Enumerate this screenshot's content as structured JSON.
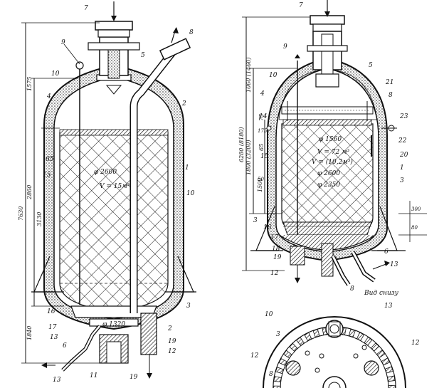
{
  "left_vessel": {
    "callouts": [
      "7",
      "9",
      "8",
      "5",
      "10",
      "4",
      "2",
      "1",
      "10",
      "15",
      "3",
      "16",
      "17",
      "13",
      "6",
      "2",
      "19",
      "12",
      "11",
      "19",
      "13"
    ],
    "dimensions": [
      "7630",
      "2860",
      "3130",
      "1840",
      "1575",
      "65"
    ],
    "annotations": [
      "φ 2600",
      "V = 15м³",
      "φ 1320"
    ]
  },
  "right_vessel": {
    "callouts": [
      "7",
      "9",
      "5",
      "10",
      "21",
      "4",
      "8",
      "14",
      "23",
      "22",
      "15",
      "20",
      "1",
      "3",
      "3",
      "17",
      "16",
      "18",
      "19",
      "12",
      "6",
      "13",
      "8"
    ],
    "dimensions": [
      "6280 (8180)",
      "1800 (3200)",
      "1060 (1460)",
      "1500",
      "75",
      "65",
      "175",
      "80",
      "50",
      "300"
    ],
    "annotations": [
      "φ 1560",
      "V = 72 м³",
      "V = (10,2м³)",
      "φ 2600",
      "φ 2350"
    ]
  },
  "bottom_view": {
    "title": "Вид снизу",
    "callouts": [
      "13",
      "10",
      "3",
      "8",
      "12",
      "12"
    ]
  }
}
